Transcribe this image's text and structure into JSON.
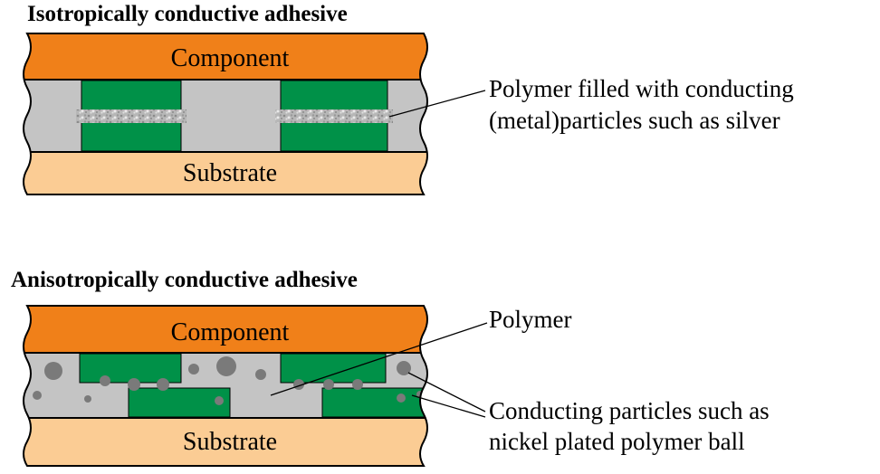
{
  "colors": {
    "component": "#F08019",
    "substrate": "#FBCC94",
    "polymer": "#C4C4C4",
    "pad": "#009148",
    "particle": "#7A7A7A",
    "outline": "#000000"
  },
  "top_diagram": {
    "title": "Isotropically conductive adhesive",
    "component_label": "Component",
    "substrate_label": "Substrate",
    "annotation_line1": "Polymer filled with conducting",
    "annotation_line2": "(metal)particles such as silver"
  },
  "bottom_diagram": {
    "title": "Anisotropically conductive adhesive",
    "component_label": "Component",
    "substrate_label": "Substrate",
    "polymer_label": "Polymer",
    "particles_label_line1": "Conducting particles such as",
    "particles_label_line2": "nickel plated polymer ball"
  }
}
